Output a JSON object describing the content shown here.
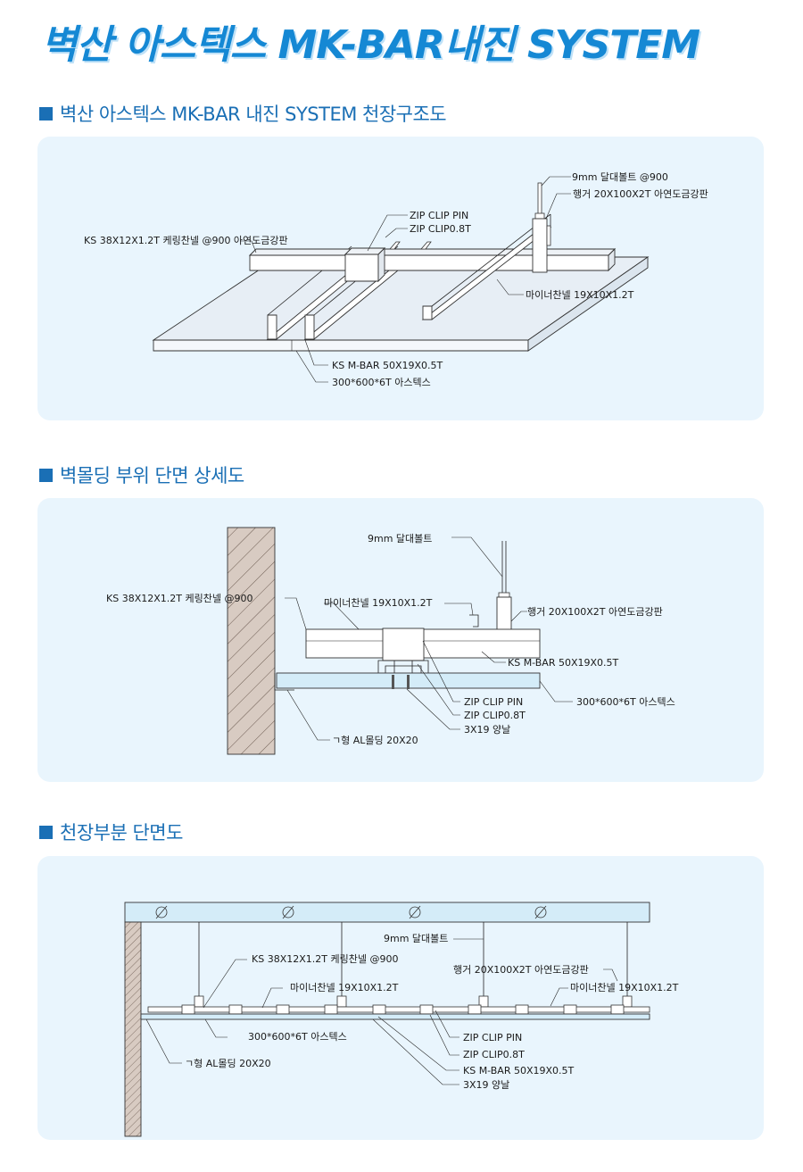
{
  "main_title": "벽산 아스텍스 MK-BAR내진 SYSTEM",
  "sections": [
    {
      "title": "벽산 아스텍스 MK-BAR 내진 SYSTEM 천장구조도",
      "labels": {
        "bolt": "9mm 달대볼트 @900",
        "hanger": "행거 20X100X2T 아연도금강판",
        "zip_pin": "ZIP CLIP PIN",
        "zip_clip": "ZIP CLIP0.8T",
        "carrying": "KS 38X12X1.2T 케링찬넬 @900 아연도금강판",
        "minor": "마이너찬넬 19X10X1.2T",
        "mbar": "KS M-BAR 50X19X0.5T",
        "tile": "300*600*6T 아스텍스"
      }
    },
    {
      "title": "벽몰딩 부위 단면 상세도",
      "labels": {
        "bolt": "9mm 달대볼트",
        "carrying": "KS 38X12X1.2T 케링찬넬  @900",
        "minor": "마이너찬넬 19X10X1.2T",
        "hanger": "행거 20X100X2T 아연도금강판",
        "mbar": "KS M-BAR 50X19X0.5T",
        "tile": "300*600*6T 아스텍스",
        "zip_pin": "ZIP CLIP PIN",
        "zip_clip": "ZIP CLIP0.8T",
        "screw": "3X19 양날",
        "molding": "ㄱ형 AL몰딩 20X20"
      }
    },
    {
      "title": "천장부분 단면도",
      "labels": {
        "bolt": "9mm 달대볼트",
        "carrying": "KS 38X12X1.2T 케링찬넬 @900",
        "hanger": "행거 20X100X2T 아연도금강판",
        "minor_left": "마이너찬넬 19X10X1.2T",
        "minor_right": "마이너찬넬 19X10X1.2T",
        "tile": "300*600*6T 아스텍스",
        "zip_pin": "ZIP CLIP PIN",
        "zip_clip": "ZIP CLIP0.8T",
        "mbar": "KS M-BAR 50X19X0.5T",
        "screw": "3X19 양날",
        "molding": "ㄱ형 AL몰딩 20X20"
      }
    }
  ],
  "colors": {
    "title": "#1588d4",
    "section_title": "#1a6fb5",
    "panel_bg": "#e9f5fd"
  }
}
